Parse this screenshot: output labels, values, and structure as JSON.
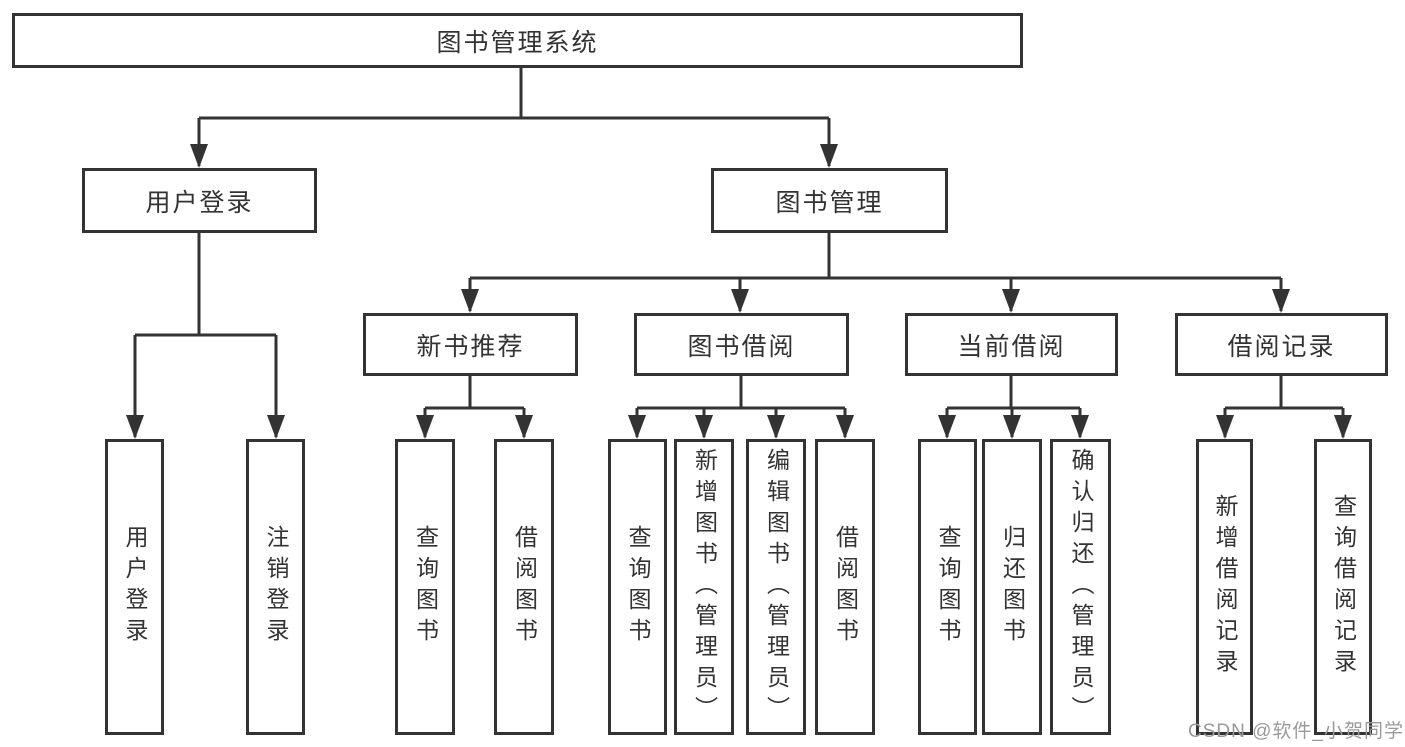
{
  "tree": {
    "root": "图书管理系统",
    "level2": [
      {
        "label": "用户登录",
        "children": [
          "用户登录",
          "注销登录"
        ]
      },
      {
        "label": "图书管理",
        "children": [
          {
            "label": "新书推荐",
            "children": [
              "查询图书",
              "借阅图书"
            ]
          },
          {
            "label": "图书借阅",
            "children": [
              "查询图书",
              "新增图书（管理员）",
              "编辑图书（管理员）",
              "借阅图书"
            ]
          },
          {
            "label": "当前借阅",
            "children": [
              "查询图书",
              "归还图书",
              "确认归还（管理员）"
            ]
          },
          {
            "label": "借阅记录",
            "children": [
              "新增借阅记录",
              "查询借阅记录"
            ]
          }
        ]
      }
    ]
  },
  "watermark": "CSDN @软件_小贺同学",
  "colors": {
    "line": "#333333",
    "text": "#333333",
    "watermark": "#9a9a9a",
    "background": "#ffffff"
  }
}
